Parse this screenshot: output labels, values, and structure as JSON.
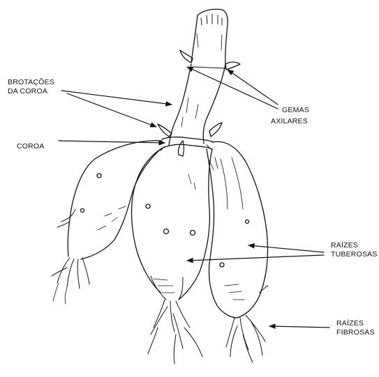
{
  "labels": {
    "brotacoes_coroa": [
      "BROTAÇÕES",
      "DA COROA"
    ],
    "coroa": "COROA",
    "gemas_axilares": [
      "GEMAS",
      "AXILARES"
    ],
    "raizes_tuberosas": [
      "RAÍZES",
      "TUBEROSAS"
    ],
    "raizes_fibrosas": [
      "RAÍZES",
      "FIBROSAS"
    ]
  },
  "colors": {
    "ink": "#111111",
    "paper": "#ffffff"
  }
}
